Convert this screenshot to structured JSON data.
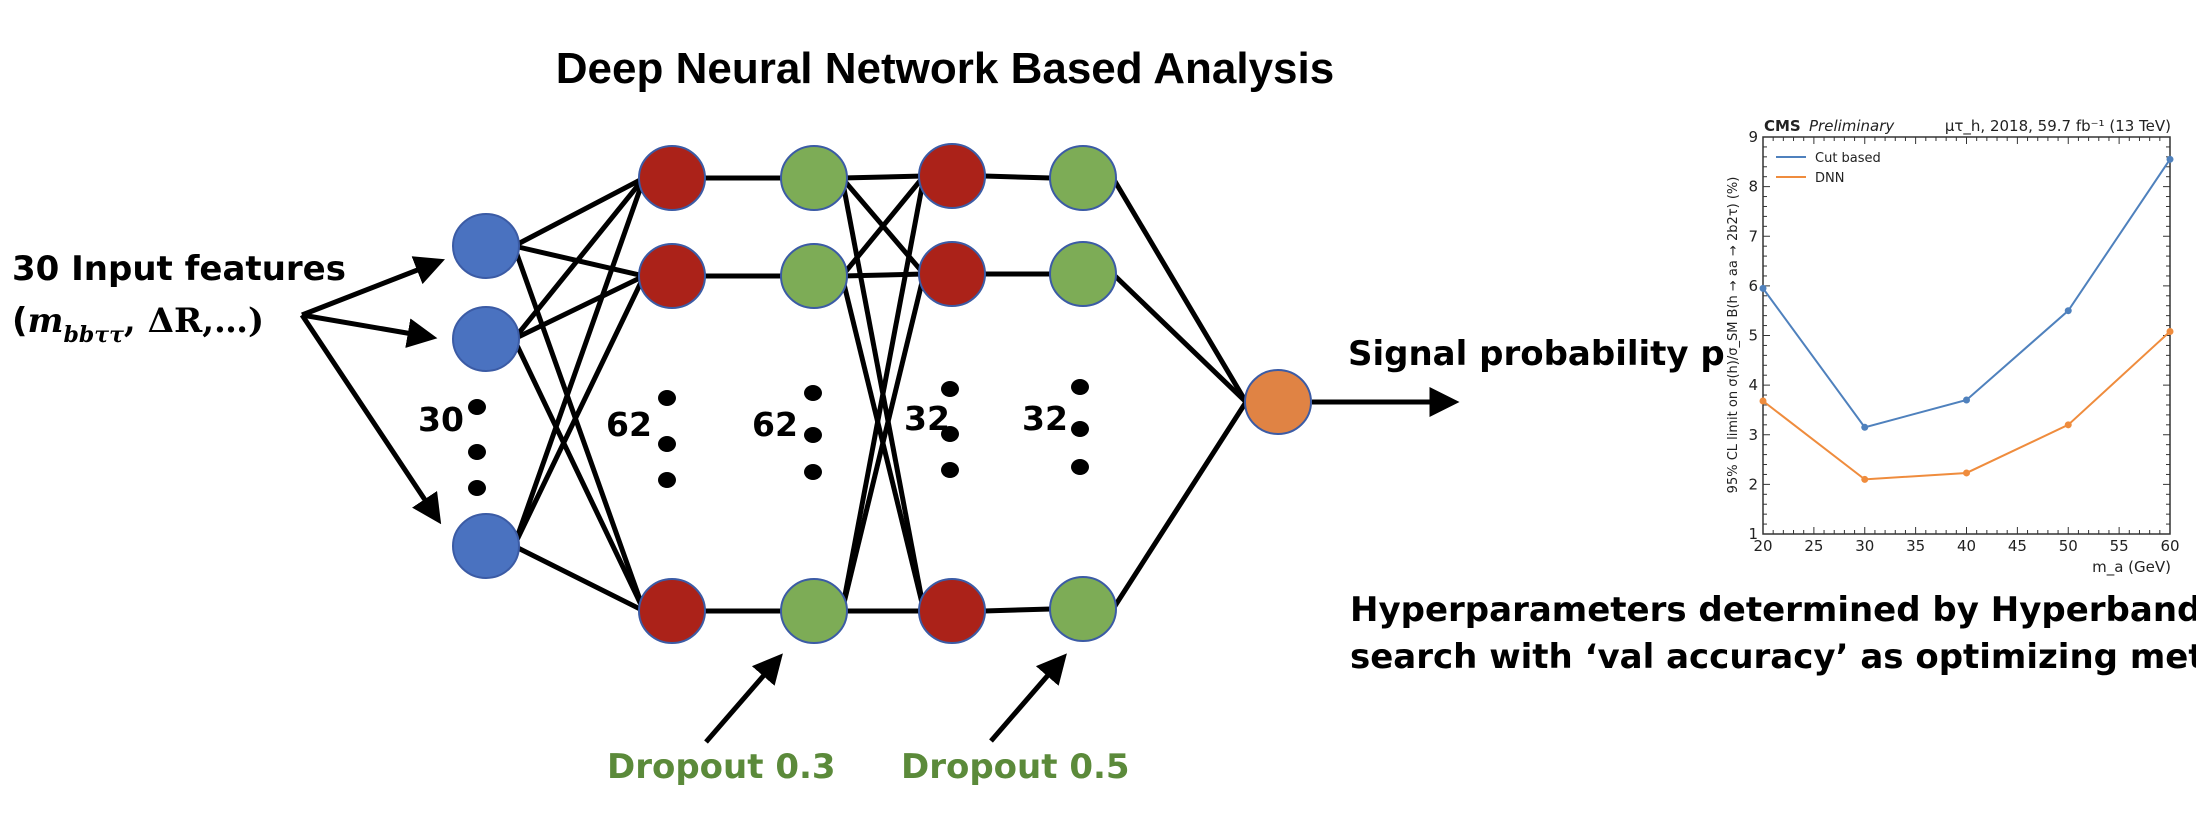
{
  "title": "Deep Neural Network Based Analysis",
  "input": {
    "line1": "30 Input features",
    "line2_open": "(",
    "line2_m": "m",
    "line2_sub": "bbττ",
    "line2_rest": ", ΔR,…)"
  },
  "layers": [
    {
      "name": "input",
      "count_label": "30",
      "color": "#4a72c0"
    },
    {
      "name": "dense1",
      "count_label": "62",
      "color": "#ab2219"
    },
    {
      "name": "dropout1",
      "count_label": "62",
      "color": "#7dac56"
    },
    {
      "name": "dense2",
      "count_label": "32",
      "color": "#ab2219"
    },
    {
      "name": "dropout2",
      "count_label": "32",
      "color": "#7dac56"
    },
    {
      "name": "output",
      "count_label": "",
      "color": "#e08344"
    }
  ],
  "dropouts": [
    {
      "label": "Dropout 0.3",
      "rate": 0.3
    },
    {
      "label": "Dropout 0.5",
      "rate": 0.5
    }
  ],
  "output_label": "Signal probability p",
  "hyperparam_note": {
    "line1": "Hyperparameters determined by Hyperband",
    "line2": "search with ‘val accuracy’ as optimizing metric"
  },
  "chart_data": {
    "type": "line",
    "title_left_bold": "CMS",
    "title_left_italic": "Preliminary",
    "title_right": "μτ_h, 2018, 59.7 fb⁻¹ (13 TeV)",
    "xlabel": "m_a (GeV)",
    "ylabel": "95% CL limit on σ(h)/σ_SM B(h → aa → 2b2τ) (%)",
    "xlim": [
      20,
      60
    ],
    "ylim": [
      1,
      9
    ],
    "xticks": [
      20,
      25,
      30,
      35,
      40,
      45,
      50,
      55,
      60
    ],
    "yticks": [
      1,
      2,
      3,
      4,
      5,
      6,
      7,
      8,
      9
    ],
    "grid": false,
    "legend_position": "top-left",
    "x": [
      20,
      30,
      40,
      50,
      60
    ],
    "series": [
      {
        "name": "Cut based",
        "color": "#4f81bd",
        "values": [
          5.95,
          3.15,
          3.7,
          5.5,
          8.55
        ]
      },
      {
        "name": "DNN",
        "color": "#ef8c3d",
        "values": [
          3.68,
          2.1,
          2.23,
          3.2,
          5.08
        ]
      }
    ]
  }
}
